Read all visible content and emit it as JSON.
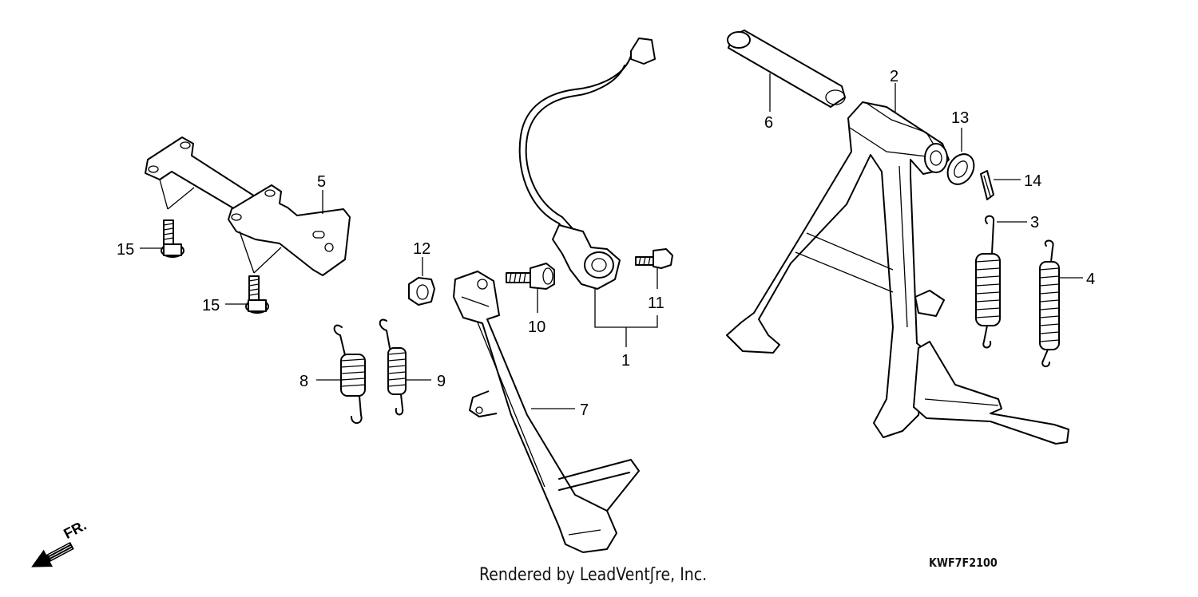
{
  "callouts": [
    {
      "num": "1"
    },
    {
      "num": "2"
    },
    {
      "num": "3"
    },
    {
      "num": "4"
    },
    {
      "num": "5"
    },
    {
      "num": "6"
    },
    {
      "num": "7"
    },
    {
      "num": "8"
    },
    {
      "num": "9"
    },
    {
      "num": "10"
    },
    {
      "num": "11"
    },
    {
      "num": "12"
    },
    {
      "num": "13"
    },
    {
      "num": "14"
    },
    {
      "num": "15"
    },
    {
      "num": "15"
    }
  ],
  "direction": {
    "label": "FR."
  },
  "footer": {
    "credit": "Rendered by LeadVentʃre, Inc.",
    "ref_code": "KWF7F2100"
  }
}
